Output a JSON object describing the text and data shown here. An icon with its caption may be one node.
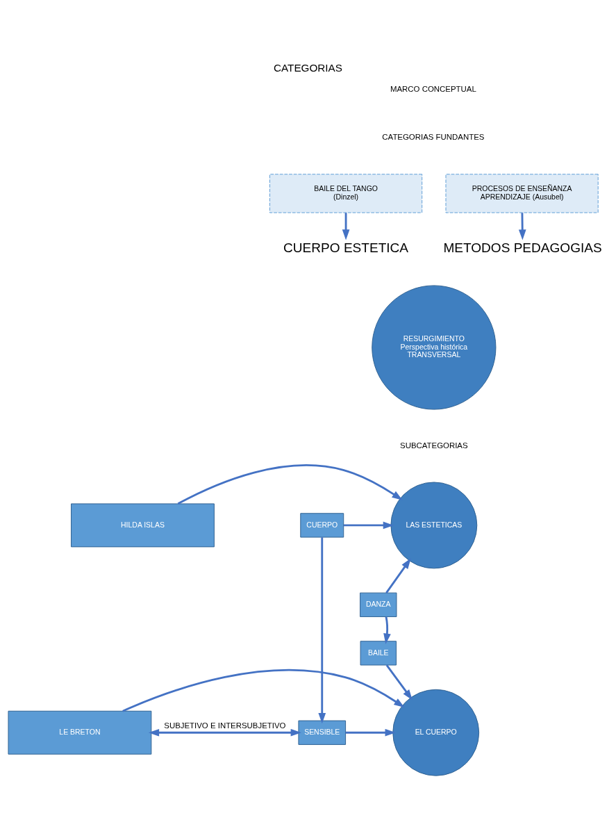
{
  "diagram": {
    "title": "CATEGORIAS",
    "nodes": [
      {
        "text": [
          "BAILE DEL TANGO (Dinzel)"
        ]
      },
      {
        "text": [
          "PROCESOS DE ENSEÑANZA APRENDIZAJE (Ausubel)"
        ]
      },
      {
        "text": [
          "CUERPO ESTETICA"
        ]
      },
      {
        "text": [
          "METODOS PEDAGOGIAS"
        ]
      },
      {
        "text": [
          "RESURGIMIENTO",
          "Perspectiva histórica",
          "TRANSVERSAL"
        ]
      },
      {
        "text": [
          "HILDA ISLAS"
        ]
      },
      {
        "text": [
          "LAS ESTETICAS"
        ]
      },
      {
        "text": [
          "CUERPO"
        ]
      },
      {
        "text": [
          "DANZA"
        ]
      },
      {
        "text": [
          "LE BRETON"
        ]
      },
      {
        "text": [
          "EL CUERPO"
        ]
      },
      {
        "text": [
          "BAILE"
        ]
      },
      {
        "text": [
          "SENSIBLE"
        ]
      }
    ],
    "edges": [
      {
        "from": 0,
        "to": 2,
        "arrow": "to"
      },
      {
        "from": 1,
        "to": 3,
        "arrow": "to"
      },
      {
        "from": 5,
        "to": 6,
        "arrow": "to"
      },
      {
        "from": 7,
        "to": 6,
        "arrow": "to"
      },
      {
        "from": 8,
        "to": 6,
        "arrow": "to"
      },
      {
        "from": 7,
        "to": 12,
        "arrow": "to"
      },
      {
        "from": 8,
        "to": 11,
        "arrow": "to"
      },
      {
        "from": 9,
        "to": 10,
        "arrow": "to"
      },
      {
        "from": 11,
        "to": 10,
        "arrow": "to"
      },
      {
        "from": 12,
        "to": 10,
        "arrow": "to"
      },
      {
        "from": 9,
        "to": 12,
        "arrow": "both",
        "label": "SUBJETIVO E INTERSUBJETIVO"
      }
    ],
    "labels": [
      "MARCO CONCEPTUAL",
      "CATEGORIAS FUNDANTES",
      "SUBCATEGORIAS"
    ]
  }
}
